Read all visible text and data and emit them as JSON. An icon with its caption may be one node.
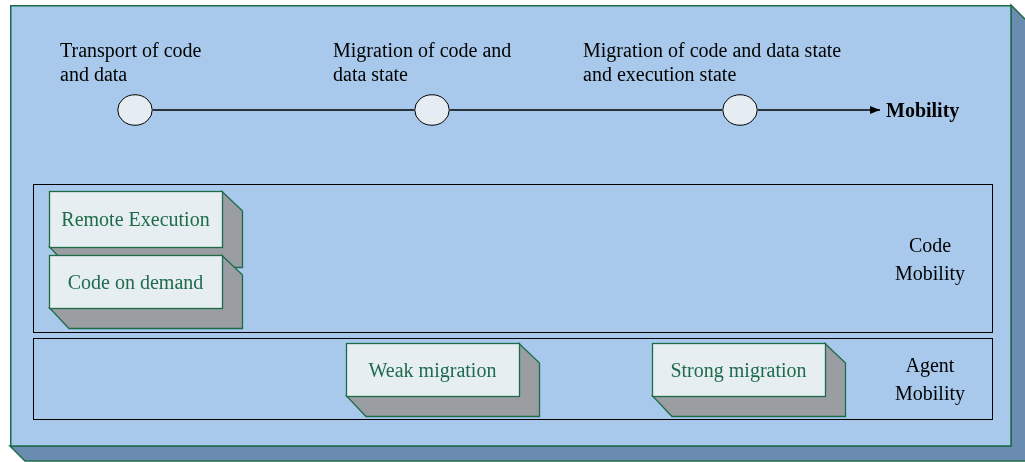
{
  "diagram": {
    "nodes": [
      {
        "text": [],
        "shape": "box"
      },
      {
        "text": [],
        "shape": "circle",
        "beside": [
          "Transport of code and data"
        ],
        "in": 0
      },
      {
        "text": [],
        "shape": "circle",
        "beside": [
          "Migration of code and data state"
        ],
        "in": 0
      },
      {
        "text": [],
        "shape": "circle",
        "beside": [
          "Migration of code and data state and execution state"
        ],
        "in": 0
      },
      {
        "text": [
          "Mobility"
        ],
        "in": 0
      },
      {
        "text": [
          "Code Mobility"
        ],
        "in": 0
      },
      {
        "text": [
          "Remote Execution"
        ],
        "in": 5
      },
      {
        "text": [
          "Code on demand"
        ],
        "in": 5
      },
      {
        "text": [
          "Agent Mobility"
        ],
        "in": 0
      },
      {
        "text": [
          "Weak migration"
        ],
        "in": 8
      },
      {
        "text": [
          "Strong migration"
        ],
        "in": 8
      }
    ],
    "edges": [
      {
        "from": 1,
        "to": 2,
        "arrow": "none"
      },
      {
        "from": 2,
        "to": 3,
        "arrow": "none"
      },
      {
        "from": 3,
        "to": 4,
        "arrow": "to"
      }
    ]
  }
}
